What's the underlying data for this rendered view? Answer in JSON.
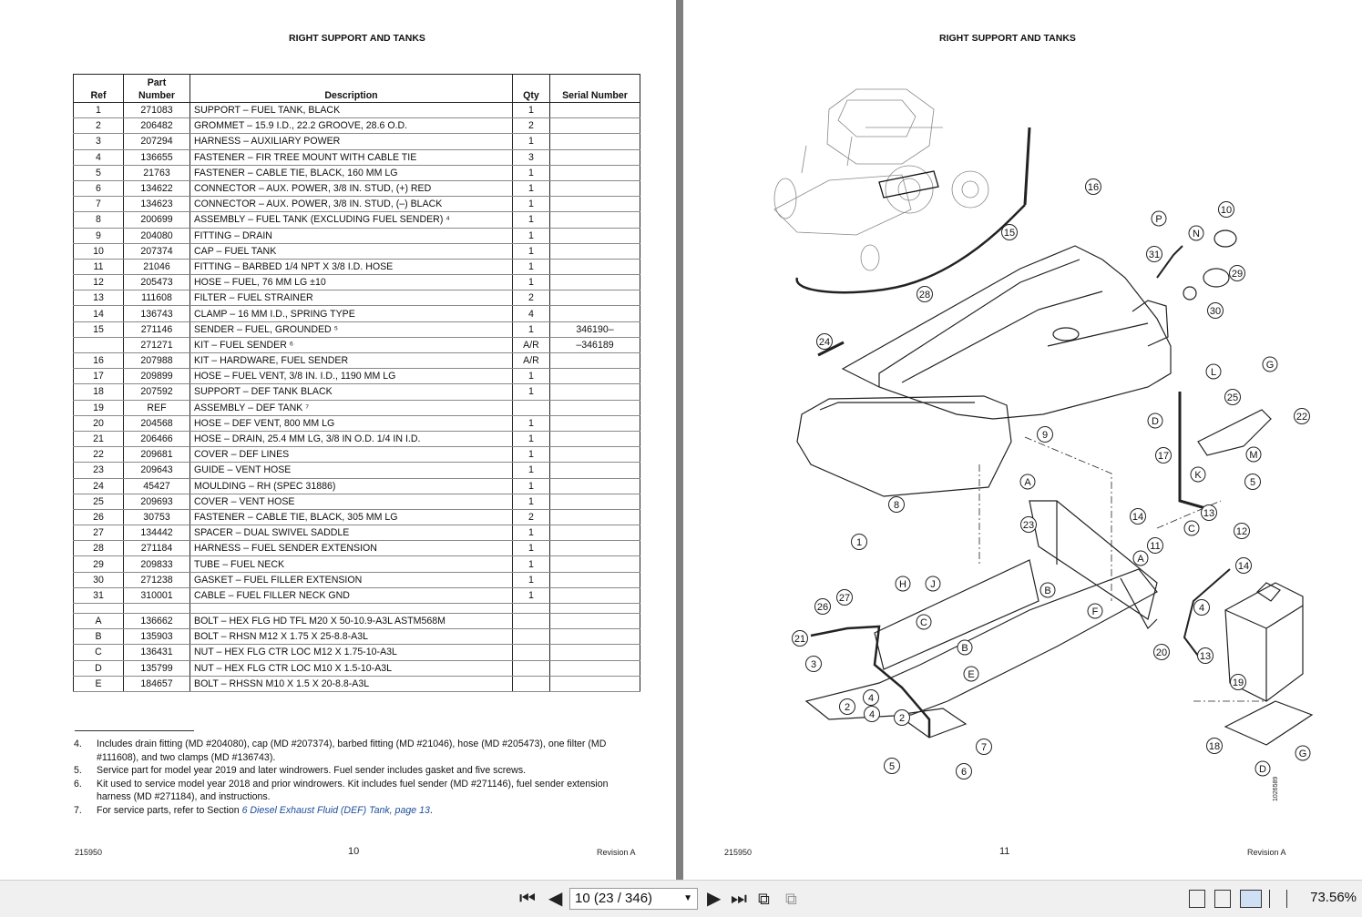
{
  "left_page": {
    "title": "RIGHT SUPPORT AND TANKS",
    "headers": {
      "ref": "Ref",
      "part_line1": "Part",
      "part_line2": "Number",
      "desc": "Description",
      "qty": "Qty",
      "serial": "Serial Number"
    },
    "rows": [
      [
        "1",
        "271083",
        "SUPPORT – FUEL TANK, BLACK",
        "1",
        ""
      ],
      [
        "2",
        "206482",
        "GROMMET – 15.9 I.D., 22.2 GROOVE, 28.6 O.D.",
        "2",
        ""
      ],
      [
        "3",
        "207294",
        "HARNESS – AUXILIARY POWER",
        "1",
        ""
      ],
      [
        "4",
        "136655",
        "FASTENER – FIR TREE MOUNT WITH CABLE TIE",
        "3",
        ""
      ],
      [
        "5",
        "21763",
        "FASTENER – CABLE TIE, BLACK, 160 MM LG",
        "1",
        ""
      ],
      [
        "6",
        "134622",
        "CONNECTOR – AUX. POWER, 3/8 IN. STUD, (+) RED",
        "1",
        ""
      ],
      [
        "7",
        "134623",
        "CONNECTOR – AUX. POWER, 3/8 IN. STUD, (–) BLACK",
        "1",
        ""
      ],
      [
        "8",
        "200699",
        "ASSEMBLY – FUEL TANK (EXCLUDING FUEL SENDER) ⁴",
        "1",
        ""
      ],
      [
        "9",
        "204080",
        "FITTING – DRAIN",
        "1",
        ""
      ],
      [
        "10",
        "207374",
        "CAP – FUEL TANK",
        "1",
        ""
      ],
      [
        "11",
        "21046",
        "FITTING – BARBED 1/4 NPT X 3/8 I.D. HOSE",
        "1",
        ""
      ],
      [
        "12",
        "205473",
        "HOSE – FUEL, 76 MM LG ±10",
        "1",
        ""
      ],
      [
        "13",
        "111608",
        "FILTER – FUEL STRAINER",
        "2",
        ""
      ],
      [
        "14",
        "136743",
        "CLAMP – 16 MM I.D., SPRING TYPE",
        "4",
        ""
      ],
      [
        "15",
        "271146",
        "SENDER – FUEL, GROUNDED ⁵",
        "1",
        "346190–"
      ],
      [
        "",
        "271271",
        "KIT – FUEL SENDER ⁶",
        "A/R",
        "–346189"
      ],
      [
        "16",
        "207988",
        "KIT – HARDWARE, FUEL SENDER",
        "A/R",
        ""
      ],
      [
        "17",
        "209899",
        "HOSE – FUEL VENT, 3/8 IN. I.D., 1190 MM LG",
        "1",
        ""
      ],
      [
        "18",
        "207592",
        "SUPPORT – DEF TANK BLACK",
        "1",
        ""
      ],
      [
        "19",
        "REF",
        "ASSEMBLY – DEF TANK ⁷",
        "",
        ""
      ],
      [
        "20",
        "204568",
        "HOSE – DEF VENT, 800 MM LG",
        "1",
        ""
      ],
      [
        "21",
        "206466",
        "HOSE – DRAIN, 25.4 MM LG, 3/8 IN O.D. 1/4 IN I.D.",
        "1",
        ""
      ],
      [
        "22",
        "209681",
        "COVER – DEF LINES",
        "1",
        ""
      ],
      [
        "23",
        "209643",
        "GUIDE – VENT HOSE",
        "1",
        ""
      ],
      [
        "24",
        "45427",
        "MOULDING – RH (SPEC 31886)",
        "1",
        ""
      ],
      [
        "25",
        "209693",
        "COVER – VENT HOSE",
        "1",
        ""
      ],
      [
        "26",
        "30753",
        "FASTENER – CABLE TIE, BLACK, 305 MM LG",
        "2",
        ""
      ],
      [
        "27",
        "134442",
        "SPACER – DUAL SWIVEL SADDLE",
        "1",
        ""
      ],
      [
        "28",
        "271184",
        "HARNESS – FUEL SENDER EXTENSION",
        "1",
        ""
      ],
      [
        "29",
        "209833",
        "TUBE – FUEL NECK",
        "1",
        ""
      ],
      [
        "30",
        "271238",
        "GASKET – FUEL FILLER EXTENSION",
        "1",
        ""
      ],
      [
        "31",
        "310001",
        "CABLE – FUEL FILLER NECK GND",
        "1",
        ""
      ]
    ],
    "hardware_rows": [
      [
        "A",
        "136662",
        "BOLT – HEX FLG HD TFL M20 X 50-10.9-A3L ASTM568M",
        "",
        ""
      ],
      [
        "B",
        "135903",
        "BOLT – RHSN M12 X 1.75 X 25-8.8-A3L",
        "",
        ""
      ],
      [
        "C",
        "136431",
        "NUT – HEX FLG CTR LOC M12 X 1.75-10-A3L",
        "",
        ""
      ],
      [
        "D",
        "135799",
        "NUT – HEX FLG CTR LOC M10 X 1.5-10-A3L",
        "",
        ""
      ],
      [
        "E",
        "184657",
        "BOLT – RHSSN M10 X 1.5 X 20-8.8-A3L",
        "",
        ""
      ]
    ],
    "footnotes": [
      {
        "num": "4.",
        "text": "Includes drain fitting (MD #204080), cap (MD #207374), barbed fitting (MD #21046), hose (MD #205473), one filter (MD #111608), and two clamps (MD #136743)."
      },
      {
        "num": "5.",
        "text": "Service part for model year 2019 and later windrowers. Fuel sender includes gasket and five screws."
      },
      {
        "num": "6.",
        "text": "Kit used to service model year 2018 and prior windrowers. Kit includes fuel sender (MD #271146), fuel sender extension harness (MD #271184), and instructions."
      },
      {
        "num": "7.",
        "text_before": "For service parts, refer to Section ",
        "link": "6 Diesel Exhaust Fluid (DEF) Tank, page 13",
        "text_after": "."
      }
    ],
    "doc_number": "215950",
    "page_number": "10",
    "revision": "Revision  A"
  },
  "right_page": {
    "title": "RIGHT SUPPORT AND TANKS",
    "diagram_id": "1026589",
    "doc_number": "215950",
    "page_number": "11",
    "revision": "Revision  A",
    "callouts": [
      "16",
      "15",
      "10",
      "P",
      "N",
      "31",
      "29",
      "28",
      "30",
      "24",
      "G",
      "L",
      "25",
      "22",
      "D",
      "9",
      "17",
      "M",
      "K",
      "5",
      "A",
      "8",
      "14",
      "13",
      "C",
      "23",
      "12",
      "11",
      "A",
      "1",
      "14",
      "B",
      "F",
      "H",
      "J",
      "26",
      "27",
      "4",
      "21",
      "C",
      "3",
      "B",
      "4",
      "E",
      "20",
      "13",
      "19",
      "2",
      "4",
      "2",
      "7",
      "18",
      "G",
      "5",
      "6",
      "D"
    ]
  },
  "toolbar": {
    "page_indicator": "10 (23 / 346)",
    "zoom": "73.56%",
    "icons": [
      "first-page-icon",
      "prev-page-icon",
      "next-page-icon",
      "last-page-icon",
      "back-view-icon",
      "forward-view-icon",
      "single-page-view-icon",
      "continuous-view-icon",
      "facing-view-icon",
      "continuous-facing-view-icon"
    ]
  },
  "colors": {
    "background": "#7f7f7f",
    "page": "#ffffff",
    "link": "#1f4e9a",
    "toolbar": "#f0f0f0"
  }
}
